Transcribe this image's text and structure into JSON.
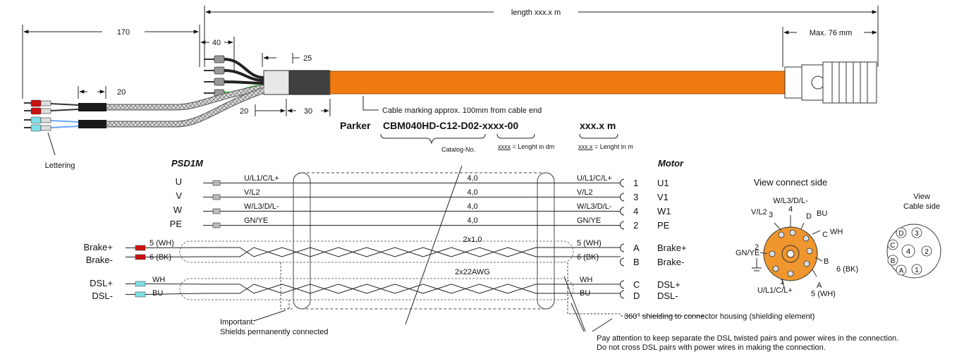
{
  "dimensions": {
    "length": "length xxx.x m",
    "max_connector": "Max. 76 mm",
    "strip_170": "170",
    "strip_40": "40",
    "strip_25": "25",
    "strip_20_left": "20",
    "strip_20_mid": "20",
    "strip_30": "30"
  },
  "cable_marking": "Cable marking approx. 100mm from cable end",
  "part_number": {
    "brand": "Parker",
    "code": "CBM040HD-C12-D02-xxxx-00",
    "length": "xxx.x m",
    "catalog_label": "Catalog-No.",
    "xxxx_note": "xxxx = Lenght in dm",
    "xxxx_note_under": "xxxx",
    "xxxx_note_rest": " = Lenght in dm",
    "xxx_note_under": "xxx.x",
    "xxx_note_rest": " = Lenght in m"
  },
  "lettering": "Lettering",
  "psd_title": "PSD1M",
  "motor_title": "Motor",
  "wires": [
    {
      "left": "U",
      "wire": "U/L1/C/L+",
      "gauge": "4,0",
      "wire_r": "U/L1/C/L+",
      "pin": "1",
      "right": "U1"
    },
    {
      "left": "V",
      "wire": "V/L2",
      "gauge": "4,0",
      "wire_r": "V/L2",
      "pin": "3",
      "right": "V1"
    },
    {
      "left": "W",
      "wire": "W/L3/D/L-",
      "gauge": "4,0",
      "wire_r": "W/L3/D/L-",
      "pin": "4",
      "right": "W1"
    },
    {
      "left": "PE",
      "wire": "GN/YE",
      "gauge": "4,0",
      "wire_r": "GN/YE",
      "pin": "2",
      "right": "PE"
    }
  ],
  "brake_pair": {
    "gauge": "2x1,0",
    "rows": [
      {
        "left": "Brake+",
        "wire": "5 (WH)",
        "wire_r": "5 (WH)",
        "pin": "A",
        "right": "Brake+"
      },
      {
        "left": "Brake-",
        "wire": "6 (BK)",
        "wire_r": "6 (BK)",
        "pin": "B",
        "right": "Brake-"
      }
    ]
  },
  "dsl_pair": {
    "gauge": "2x22AWG",
    "rows": [
      {
        "left": "DSL+",
        "wire": "WH",
        "wire_r": "WH",
        "pin": "C",
        "right": "DSL+"
      },
      {
        "left": "DSL-",
        "wire": "BU",
        "wire_r": "BU",
        "pin": "D",
        "right": "DSL-"
      }
    ]
  },
  "notes": {
    "important_1": "Important:",
    "important_2": "Shields permanently connected",
    "shielding": "360° shielding to connector housing (shielding element)",
    "attention_1": "Pay attention to keep separate the DSL twisted pairs and power wires in the connection.",
    "attention_2": "Do not cross DSL pairs with power wires in making the connection."
  },
  "view_connect": {
    "title": "View connect side",
    "pin_w": "W/L3/D/L-",
    "pin_4": "4",
    "pin_v": "V/L2",
    "pin_3": "3",
    "pin_d": "D",
    "pin_bu": "BU",
    "pin_c": "C",
    "pin_wh": "WH",
    "pin_gnye": "GN/YE",
    "pin_2": "2",
    "pin_b": "B",
    "pin_6bk": "6 (BK)",
    "pin_1": "1",
    "pin_u": "U/L1/C/L+",
    "pin_a": "A",
    "pin_5wh": "5 (WH)"
  },
  "view_cable": {
    "title_1": "View",
    "title_2": "Cable side",
    "pins": [
      "D",
      "3",
      "C",
      "4",
      "2",
      "B",
      "A",
      "1"
    ]
  },
  "colors": {
    "cable_orange": "#f07a12",
    "connector_orange": "#f0962e",
    "brake_red": "#cc1111",
    "dsl_cyan": "#7fe0e6",
    "green_wire": "#2fcf2f",
    "dark_sleeve": "#404040"
  }
}
